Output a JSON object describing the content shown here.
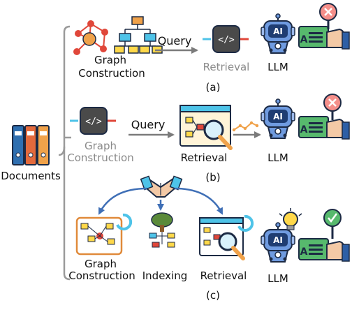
{
  "labels": {
    "documents": "Documents",
    "graph_line1": "Graph",
    "construction": "Construction",
    "query": "Query",
    "retrieval": "Retrieval",
    "llm": "LLM",
    "indexing": "Indexing",
    "ai": "AI",
    "doc_letter": "A"
  },
  "captions": {
    "a": "(a)",
    "b": "(b)",
    "c": "(c)"
  },
  "colors": {
    "orange": "#f0a24a",
    "red": "#e0473a",
    "blue_stroke": "#3f6fb6",
    "cyan": "#4ec3e8",
    "green_doc": "#57b96d",
    "robot": "#6f9be0",
    "bulb": "#ffd84a",
    "gray": "#8a8a8a"
  },
  "icons": [
    "graph-network-icon",
    "tree-hierarchy-icon",
    "code-box-icon",
    "robot-icon",
    "answer-doc-icon",
    "reject-badge-icon",
    "accept-badge-icon",
    "folders-icon",
    "handshake-icon",
    "tree-icon",
    "magnifier-icon",
    "lightbulb-icon",
    "refresh-icon"
  ]
}
